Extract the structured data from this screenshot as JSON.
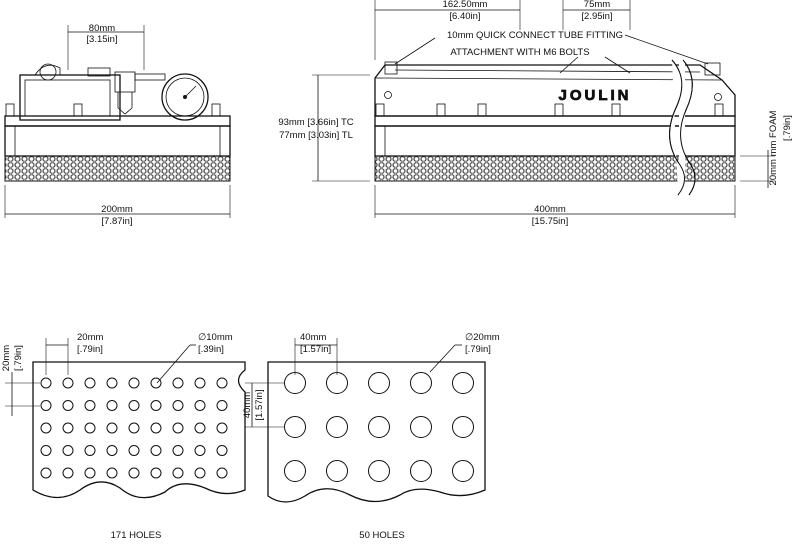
{
  "front_view": {
    "width_mm": "80mm",
    "width_in": "[3.15in]",
    "total_width_mm": "200mm",
    "total_width_in": "[7.87in]"
  },
  "side_view": {
    "length_top_mm": "162.50mm",
    "length_top_in": "[6.40in]",
    "spacing_mm": "75mm",
    "spacing_in": "[2.95in]",
    "callout_line1": "10mm QUICK CONNECT TUBE FITTING",
    "callout_line2": "ATTACHMENT WITH M6 BOLTS",
    "height_tc": "93mm [3.66in] TC",
    "height_tl": "77mm [3.03in] TL",
    "foam_mm": "20mm mm FOAM",
    "foam_in": "[.79in]",
    "brand": "JOULIN",
    "total_length_mm": "400mm",
    "total_length_in": "[15.75in]"
  },
  "pattern_small": {
    "pitch_mm": "20mm",
    "pitch_in": "[.79in]",
    "vpitch_mm": "20mm",
    "vpitch_in": "[.79in]",
    "hole_d": "∅10mm",
    "hole_d_in": "[.39in]",
    "caption": "171 HOLES"
  },
  "pattern_large": {
    "pitch_mm": "40mm",
    "pitch_in": "[1.57in]",
    "vpitch_mm": "40mm",
    "vpitch_in": "[1.57in]",
    "hole_d": "∅20mm",
    "hole_d_in": "[.79in]",
    "caption": "50 HOLES"
  }
}
